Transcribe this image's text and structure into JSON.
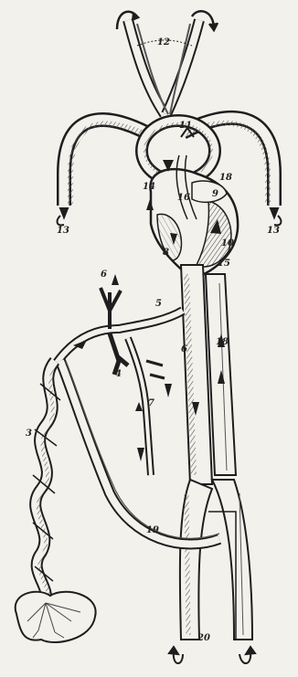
{
  "diagram": {
    "kind": "fetal-circulation-engraving",
    "ink_color": "#1e1e1e",
    "paper_color": "#f3f1ec",
    "hatch_color": "#555555",
    "labels": [
      {
        "id": "l12",
        "text": "12"
      },
      {
        "id": "l11",
        "text": "11"
      },
      {
        "id": "l13-left",
        "text": "13"
      },
      {
        "id": "l13-right",
        "text": "13"
      },
      {
        "id": "l14",
        "text": "14"
      },
      {
        "id": "l15",
        "text": "15"
      },
      {
        "id": "l16",
        "text": "16"
      },
      {
        "id": "l18-heart",
        "text": "18"
      },
      {
        "id": "l9",
        "text": "9"
      },
      {
        "id": "l10",
        "text": "10"
      },
      {
        "id": "l8",
        "text": "8"
      },
      {
        "id": "l6a",
        "text": "6"
      },
      {
        "id": "l5",
        "text": "5"
      },
      {
        "id": "l4",
        "text": "4"
      },
      {
        "id": "l7",
        "text": "7"
      },
      {
        "id": "l6b",
        "text": "6"
      },
      {
        "id": "l18-vein",
        "text": "18"
      },
      {
        "id": "l3",
        "text": "3"
      },
      {
        "id": "l19",
        "text": "19"
      },
      {
        "id": "l20",
        "text": "20"
      }
    ]
  }
}
